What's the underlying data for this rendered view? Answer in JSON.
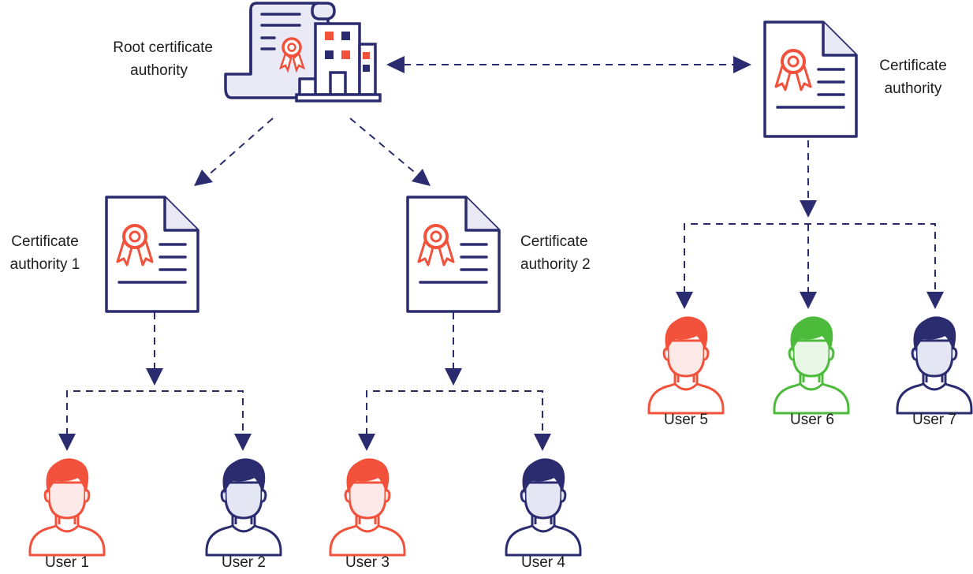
{
  "colors": {
    "navy": "#2b2c6f",
    "red": "#f2513b",
    "green": "#4cbb3c",
    "paper_fill": "#e9eaf5",
    "red_fill": "#fde9e7",
    "green_fill": "#e8f6e6",
    "navy_fill": "#e5e6f3"
  },
  "nodes": {
    "root": {
      "label_line1": "Root certificate",
      "label_line2": "authority",
      "icon": "building-certificate-icon"
    },
    "ca_right": {
      "label_line1": "Certificate",
      "label_line2": "authority",
      "icon": "certificate-document-icon"
    },
    "ca1": {
      "label_line1": "Certificate",
      "label_line2": "authority 1",
      "icon": "certificate-document-icon"
    },
    "ca2": {
      "label_line1": "Certificate",
      "label_line2": "authority 2",
      "icon": "certificate-document-icon"
    }
  },
  "users": [
    {
      "label": "User 1",
      "color": "red"
    },
    {
      "label": "User 2",
      "color": "navy"
    },
    {
      "label": "User 3",
      "color": "red"
    },
    {
      "label": "User 4",
      "color": "navy"
    },
    {
      "label": "User 5",
      "color": "red"
    },
    {
      "label": "User 6",
      "color": "green"
    },
    {
      "label": "User 7",
      "color": "navy"
    }
  ],
  "edges": [
    {
      "from": "root",
      "to": "ca_right",
      "style": "dashed",
      "arrows": "both"
    },
    {
      "from": "root",
      "to": "ca1",
      "style": "dashed",
      "arrows": "end"
    },
    {
      "from": "root",
      "to": "ca2",
      "style": "dashed",
      "arrows": "end"
    },
    {
      "from": "ca1",
      "to": [
        "User 1",
        "User 2"
      ],
      "style": "dashed",
      "arrows": "end"
    },
    {
      "from": "ca2",
      "to": [
        "User 3",
        "User 4"
      ],
      "style": "dashed",
      "arrows": "end"
    },
    {
      "from": "ca_right",
      "to": [
        "User 5",
        "User 6",
        "User 7"
      ],
      "style": "dashed",
      "arrows": "end"
    }
  ]
}
